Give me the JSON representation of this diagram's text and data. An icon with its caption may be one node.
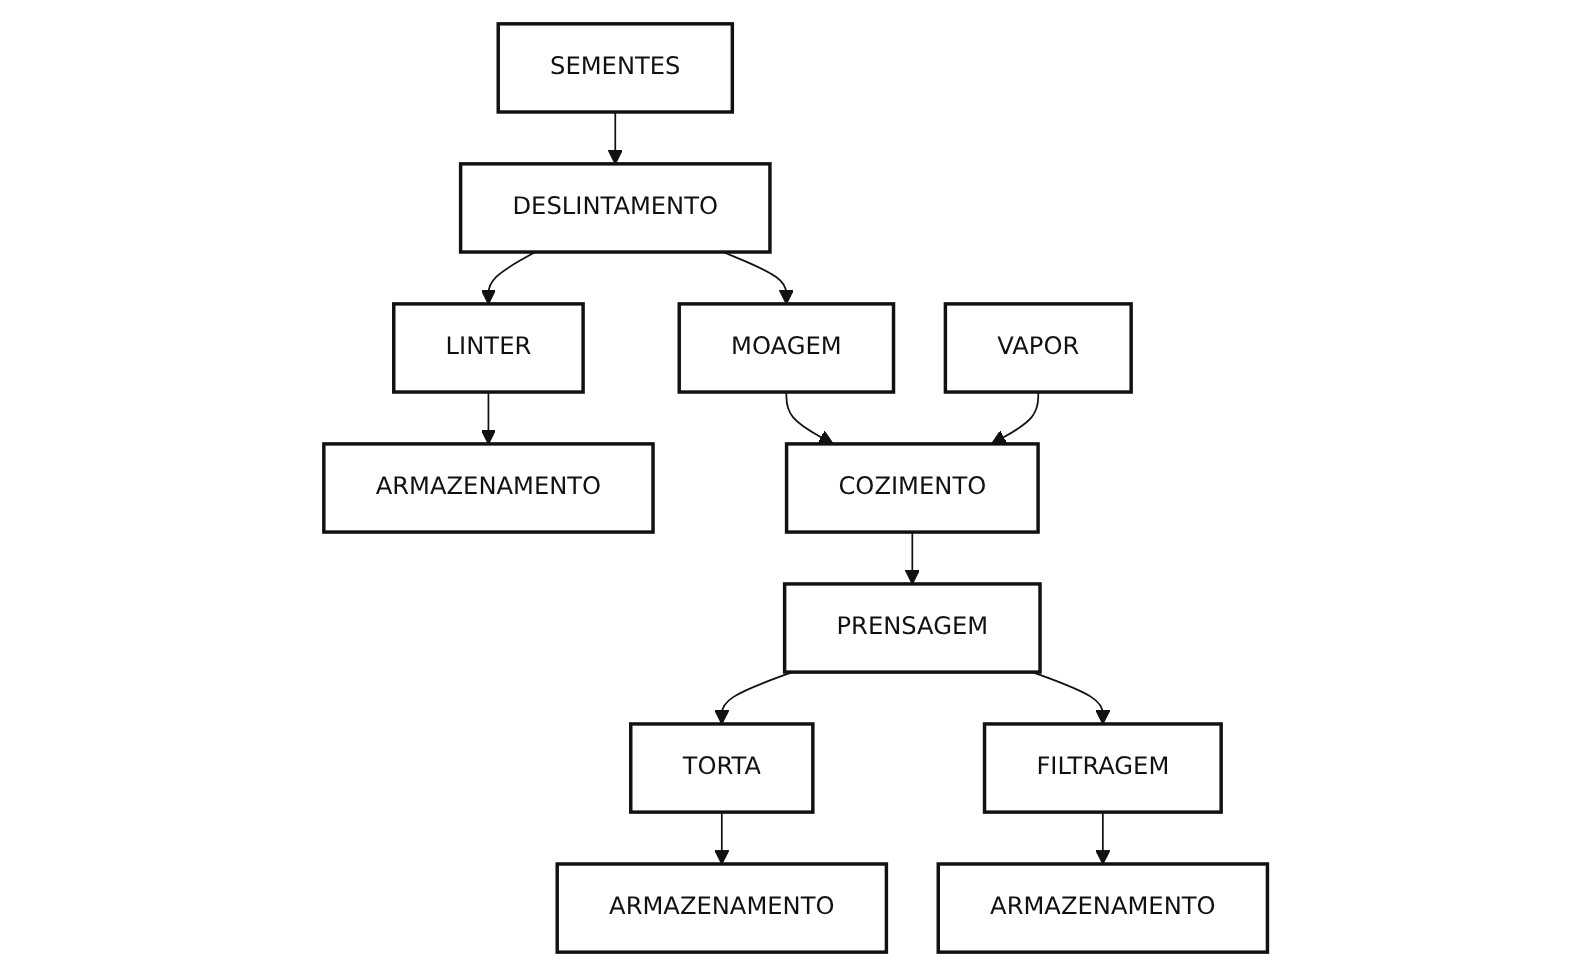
{
  "diagram": {
    "nodes": [
      {
        "text": [
          "SEMENTES"
        ]
      },
      {
        "text": [
          "DESLINTAMENTO"
        ]
      },
      {
        "text": [
          "LINTER"
        ]
      },
      {
        "text": [
          "MOAGEM"
        ]
      },
      {
        "text": [
          "ARMAZENAMENTO"
        ]
      },
      {
        "text": [
          "VAPOR"
        ]
      },
      {
        "text": [
          "COZIMENTO"
        ]
      },
      {
        "text": [
          "PRENSAGEM"
        ]
      },
      {
        "text": [
          "TORTA"
        ]
      },
      {
        "text": [
          "FILTRAGEM"
        ]
      },
      {
        "text": [
          "ARMAZENAMENTO"
        ]
      },
      {
        "text": [
          "ARMAZENAMENTO"
        ]
      }
    ],
    "edges": [
      {
        "from": 0,
        "to": 1,
        "arrow": "to"
      },
      {
        "from": 1,
        "to": 2,
        "arrow": "to"
      },
      {
        "from": 1,
        "to": 3,
        "arrow": "to"
      },
      {
        "from": 2,
        "to": 4,
        "arrow": "to"
      },
      {
        "from": 3,
        "to": 6,
        "arrow": "to"
      },
      {
        "from": 5,
        "to": 6,
        "arrow": "to"
      },
      {
        "from": 6,
        "to": 7,
        "arrow": "to"
      },
      {
        "from": 7,
        "to": 8,
        "arrow": "to"
      },
      {
        "from": 8,
        "to": 10,
        "arrow": "to"
      },
      {
        "from": 7,
        "to": 9,
        "arrow": "to"
      },
      {
        "from": 9,
        "to": 11,
        "arrow": "to"
      }
    ]
  }
}
